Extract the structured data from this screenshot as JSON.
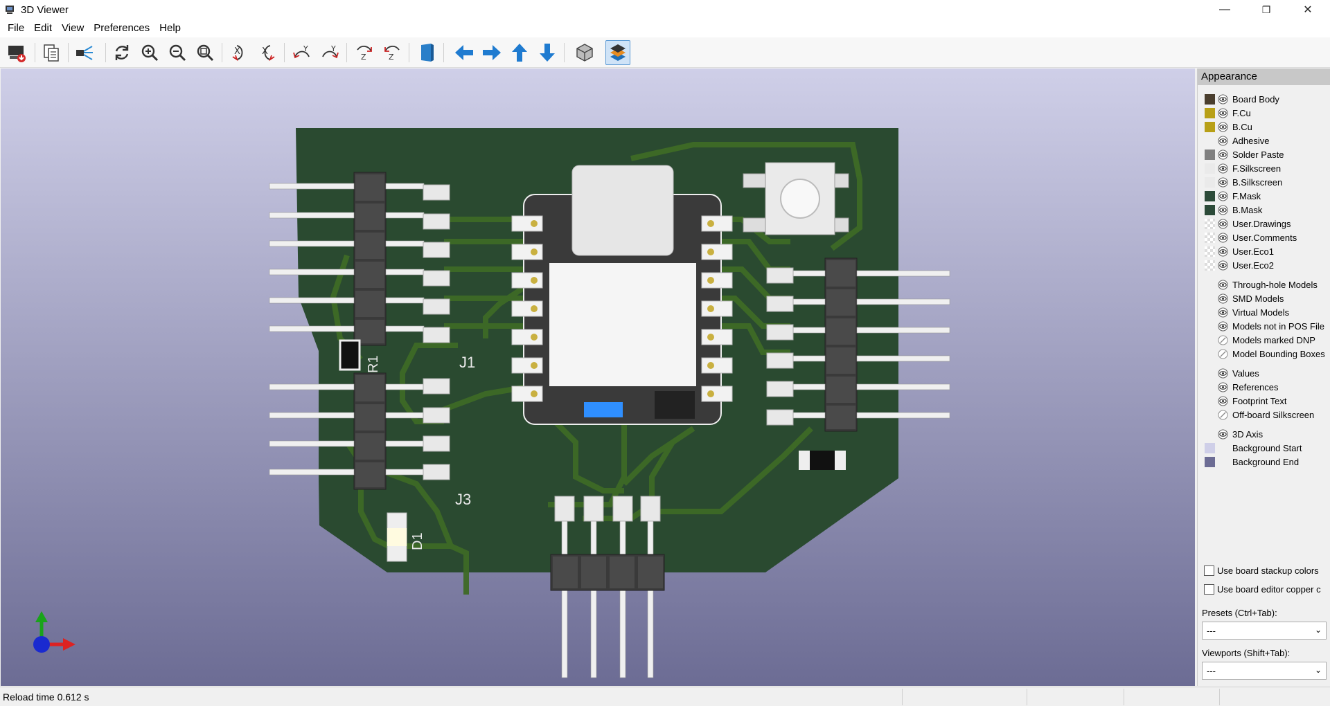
{
  "window": {
    "title": "3D Viewer",
    "minimize": "—",
    "maximize": "❐",
    "close": "✕"
  },
  "menu": [
    "File",
    "Edit",
    "View",
    "Preferences",
    "Help"
  ],
  "toolbar": {
    "tools": [
      "reload-board",
      "copy-image",
      "raytrace",
      "refresh",
      "zoom-in",
      "zoom-out",
      "zoom-fit",
      "rotate-x-cw",
      "rotate-x-ccw",
      "rotate-y-cw",
      "rotate-y-ccw",
      "rotate-z-cw",
      "rotate-z-ccw",
      "flip-board",
      "move-left",
      "move-right",
      "move-up",
      "move-down",
      "orthographic",
      "layers-manager"
    ],
    "active": "layers-manager"
  },
  "board_labels": {
    "r1": "R1",
    "j1": "J1",
    "j3": "J3",
    "d1": "D1"
  },
  "status": {
    "text": "Reload time 0.612 s"
  },
  "panel": {
    "title": "Appearance",
    "layers": [
      {
        "name": "Board Body",
        "color": "#4a3e2e"
      },
      {
        "name": "F.Cu",
        "color": "#b8a017"
      },
      {
        "name": "B.Cu",
        "color": "#b8a017"
      },
      {
        "name": "Adhesive",
        "color": "none"
      },
      {
        "name": "Solder Paste",
        "color": "#808080"
      },
      {
        "name": "F.Silkscreen",
        "color": "#eaeaea"
      },
      {
        "name": "B.Silkscreen",
        "color": "#eaeaea"
      },
      {
        "name": "F.Mask",
        "color": "#2c4b39"
      },
      {
        "name": "B.Mask",
        "color": "#2c4b39"
      },
      {
        "name": "User.Drawings",
        "color": "checker"
      },
      {
        "name": "User.Comments",
        "color": "checker"
      },
      {
        "name": "User.Eco1",
        "color": "checker"
      },
      {
        "name": "User.Eco2",
        "color": "checker"
      }
    ],
    "models": [
      {
        "name": "Through-hole Models",
        "visible": true
      },
      {
        "name": "SMD Models",
        "visible": true
      },
      {
        "name": "Virtual Models",
        "visible": true
      },
      {
        "name": "Models not in POS File",
        "visible": true
      },
      {
        "name": "Models marked DNP",
        "visible": false
      },
      {
        "name": "Model Bounding Boxes",
        "visible": false
      }
    ],
    "texts": [
      {
        "name": "Values",
        "visible": true
      },
      {
        "name": "References",
        "visible": true
      },
      {
        "name": "Footprint Text",
        "visible": true
      },
      {
        "name": "Off-board Silkscreen",
        "visible": false
      }
    ],
    "other": [
      {
        "name": "3D Axis",
        "visible": true,
        "color": "none"
      },
      {
        "name": "Background Start",
        "visible": null,
        "color": "#cfcfe8"
      },
      {
        "name": "Background End",
        "visible": null,
        "color": "#6c6c94"
      }
    ],
    "checkbox_stackup": "Use board stackup colors",
    "checkbox_copper": "Use board editor copper c",
    "presets_label": "Presets (Ctrl+Tab):",
    "presets_value": "---",
    "viewports_label": "Viewports (Shift+Tab):",
    "viewports_value": "---"
  }
}
